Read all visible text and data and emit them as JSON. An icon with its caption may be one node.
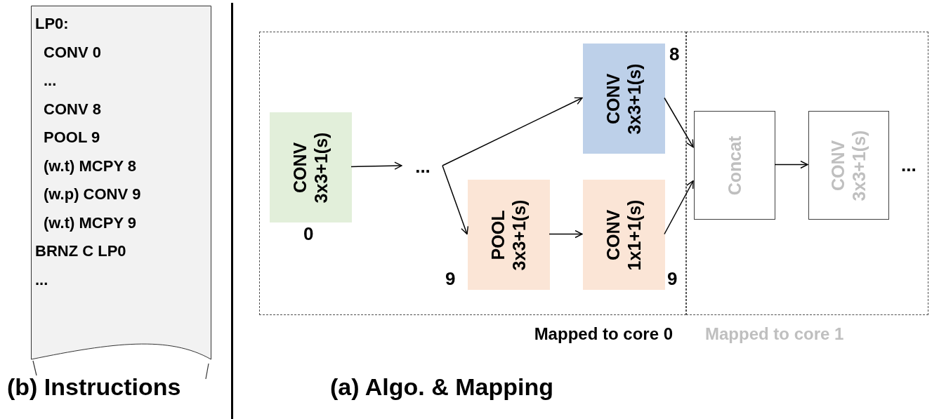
{
  "diagram": {
    "nodes": [
      {
        "text": [
          "LP0:",
          "CONV 0",
          "...",
          "CONV 8",
          "POOL 9",
          "(w.t) MCPY 8",
          "(w.p) CONV 9",
          "(w.t) MCPY 9",
          "BRNZ C LP0",
          "..."
        ]
      },
      {
        "text": [
          "Mapped to core 0"
        ]
      },
      {
        "text": [
          "Mapped to core 1"
        ]
      },
      {
        "text": [
          "CONV 3x3+1(s)"
        ],
        "in": 1,
        "beside": [
          "0"
        ]
      },
      {
        "text": [
          "..."
        ],
        "in": 1
      },
      {
        "text": [
          "CONV 3x3+1(s)"
        ],
        "in": 1,
        "beside": [
          "8"
        ]
      },
      {
        "text": [
          "POOL 3x3+1(s)"
        ],
        "in": 1,
        "beside": [
          "9"
        ]
      },
      {
        "text": [
          "CONV 1x1+1(s)"
        ],
        "in": 1,
        "beside": [
          "9"
        ]
      },
      {
        "text": [
          "Concat"
        ],
        "in": 2
      },
      {
        "text": [
          "CONV 3x3+1(s)"
        ],
        "in": 2
      }
    ],
    "edges": [
      {
        "from": 3,
        "to": 4,
        "arrow": "to"
      },
      {
        "from": 4,
        "to": 5,
        "arrow": "to"
      },
      {
        "from": 4,
        "to": 6,
        "arrow": "to"
      },
      {
        "from": 6,
        "to": 7,
        "arrow": "to"
      },
      {
        "from": 5,
        "to": 8,
        "arrow": "to"
      },
      {
        "from": 7,
        "to": 8,
        "arrow": "to"
      },
      {
        "from": 8,
        "to": 9,
        "arrow": "to"
      }
    ],
    "labels": [
      "...",
      "(b) Instructions",
      "(a) Algo. & Mapping"
    ]
  }
}
